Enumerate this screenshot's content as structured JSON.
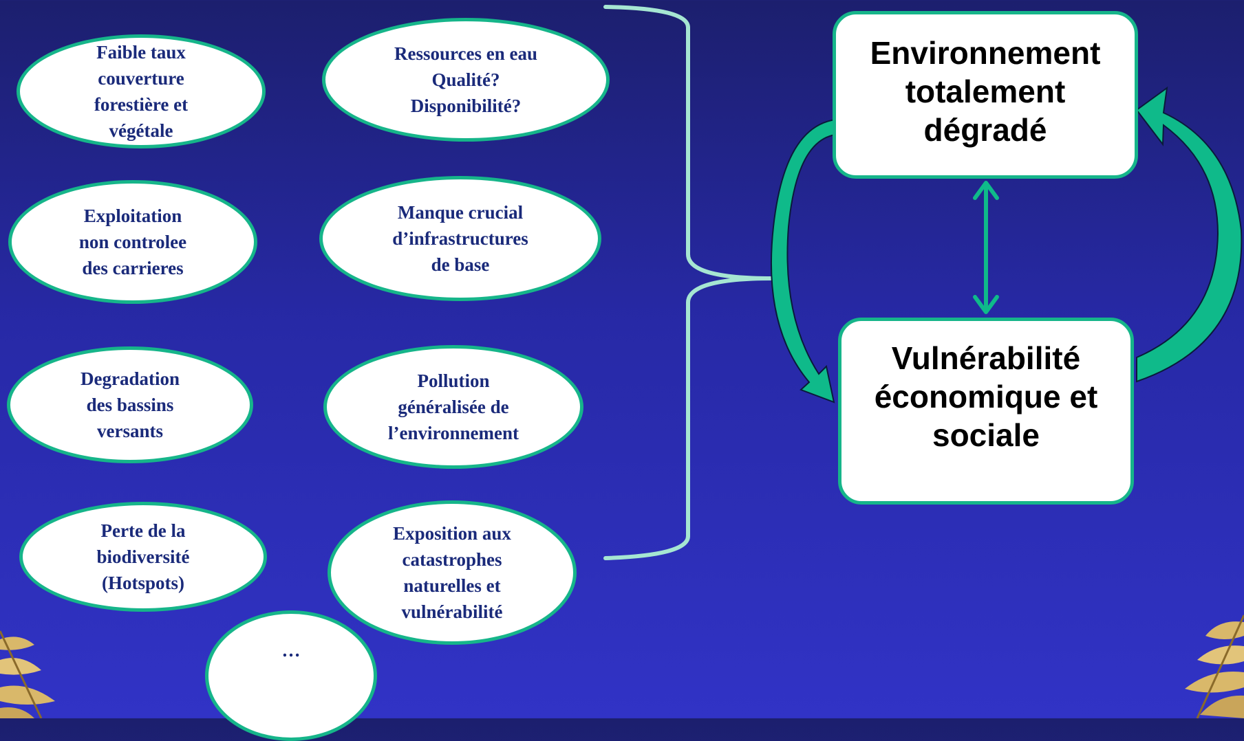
{
  "colors": {
    "background_top": "#1c1f6e",
    "background_bottom": "#3133c6",
    "accent_green": "#16b58a",
    "bracket": "#a6e6d2",
    "ellipse_text": "#1a2a7a",
    "box_text": "#000000"
  },
  "causes": [
    {
      "label": "Faible taux\ncouverture\nforestière et\nvégétale"
    },
    {
      "label": "Ressources en eau\nQualité?\nDisponibilité?"
    },
    {
      "label": "Exploitation\nnon controlee\ndes carrieres"
    },
    {
      "label": "Manque crucial\nd’infrastructures\nde base"
    },
    {
      "label": "Degradation\ndes bassins\nversants"
    },
    {
      "label": "Pollution\ngénéralisée de\nl’environnement"
    },
    {
      "label": "Perte de la\nbiodiversité\n(Hotspots)"
    },
    {
      "label": "Exposition aux\ncatastrophes\nnaturelles et\nvulnérabilité"
    },
    {
      "label": "…"
    }
  ],
  "outcomes": {
    "environment": "Environnement\ntotalement\ndégradé",
    "vulnerability": "Vulnérabilité\néconomique et\nsociale"
  },
  "icons": [
    "bracket-icon",
    "curved-arrow-icon",
    "double-arrow-icon",
    "leaf-branch-icon"
  ]
}
